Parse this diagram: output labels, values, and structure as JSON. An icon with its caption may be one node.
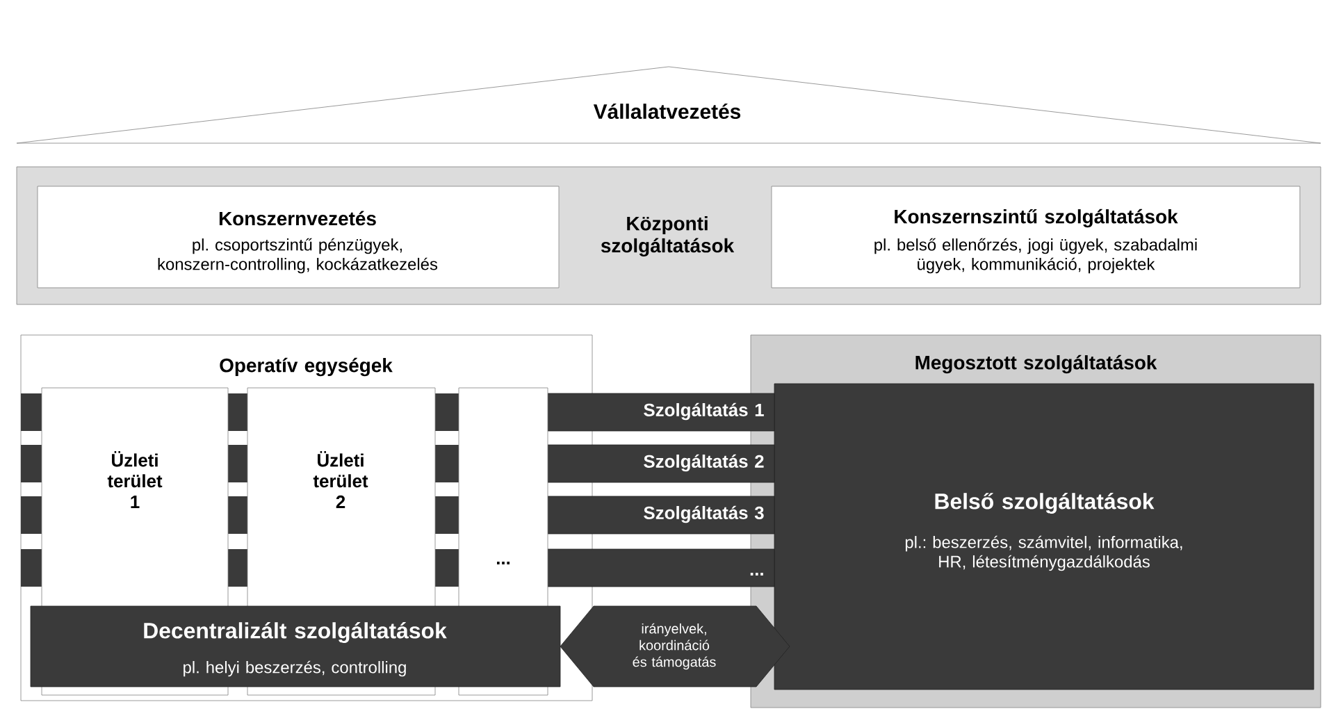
{
  "diagram": {
    "nodes": [
      {
        "text": [
          "Vállalatvezetés"
        ]
      },
      {
        "text": [
          "Központi szolgáltatások"
        ]
      },
      {
        "text": [
          "Konszernvezetés",
          "pl. csoportszintű pénzügyek, konszern-controlling, kockázatkezelés"
        ],
        "in": 1
      },
      {
        "text": [
          "Konszernszintű szolgáltatások",
          "pl. belső ellenőrzés, jogi ügyek, szabadalmi ügyek, kommunikáció, projektek"
        ],
        "in": 1
      },
      {
        "text": [
          "Operatív egységek"
        ]
      },
      {
        "text": [
          "Üzleti terület 1"
        ],
        "in": 4
      },
      {
        "text": [
          "Üzleti terület 2"
        ],
        "in": 4
      },
      {
        "text": [
          "..."
        ],
        "in": 4
      },
      {
        "text": [
          "Decentralizált szolgáltatások",
          "pl. helyi beszerzés, controlling"
        ],
        "in": 4
      },
      {
        "text": [
          "Megosztott szolgáltatások"
        ]
      },
      {
        "text": [
          "Belső szolgáltatások",
          "pl.: beszerzés, számvitel, informatika, HR, létesítménygazdálkodás"
        ],
        "in": 9
      },
      {
        "text": [
          "Szolgáltatás 1"
        ]
      },
      {
        "text": [
          "Szolgáltatás 2"
        ]
      },
      {
        "text": [
          "Szolgáltatás 3"
        ]
      },
      {
        "text": [
          "..."
        ]
      },
      {
        "text": [
          "irányelvek, koordináció és támogatás"
        ]
      }
    ]
  }
}
